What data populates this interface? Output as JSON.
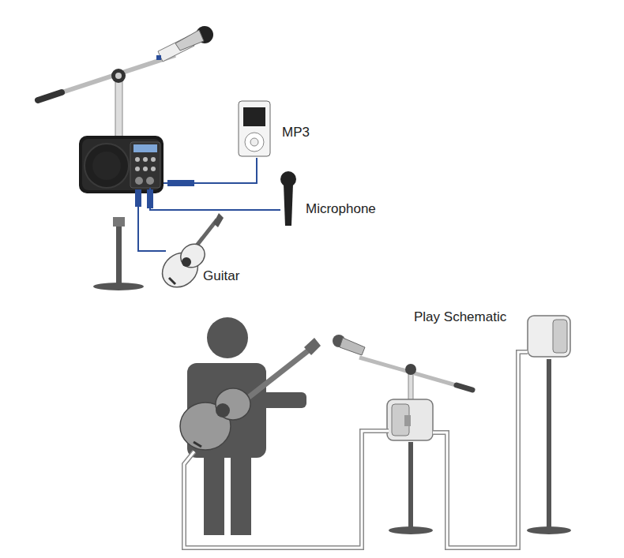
{
  "diagram": {
    "labels": [
      "MP3",
      "Microphone",
      "Guitar",
      "Play Schematic"
    ]
  }
}
